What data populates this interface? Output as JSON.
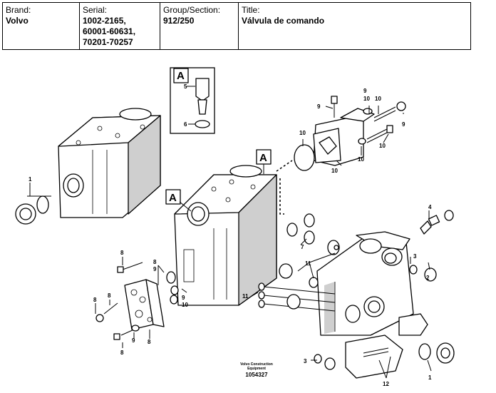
{
  "header": {
    "brand_label": "Brand:",
    "brand_value": "Volvo",
    "serial_label": "Serial:",
    "serial_value": "1002-2165,\n60001-60631,\n70201-70257",
    "group_label": "Group/Section:",
    "group_value": "912/250",
    "title_label": "Title:",
    "title_value": "Válvula de comando"
  },
  "diagram": {
    "view_letter": "A",
    "callouts": {
      "c1": "1",
      "c1b": "1",
      "c2": "2",
      "c3": "3",
      "c3b": "3",
      "c4": "4",
      "c5": "5",
      "c6": "6",
      "c7": "7",
      "c8a": "8",
      "c8b": "8",
      "c8c": "8",
      "c8d": "8",
      "c8e": "8",
      "c8f": "8",
      "c9a": "9",
      "c9b": "9",
      "c9c": "9",
      "c9d": "9",
      "c9e": "9",
      "c9f": "9",
      "c10a": "10",
      "c10b": "10",
      "c10c": "10",
      "c10d": "10",
      "c10e": "10",
      "c10f": "10",
      "c10g": "10",
      "c11a": "11",
      "c11b": "11",
      "c12": "12"
    },
    "caption_line1": "Volvo Construction",
    "caption_line2": "Equipment",
    "figure_number": "1054327"
  }
}
